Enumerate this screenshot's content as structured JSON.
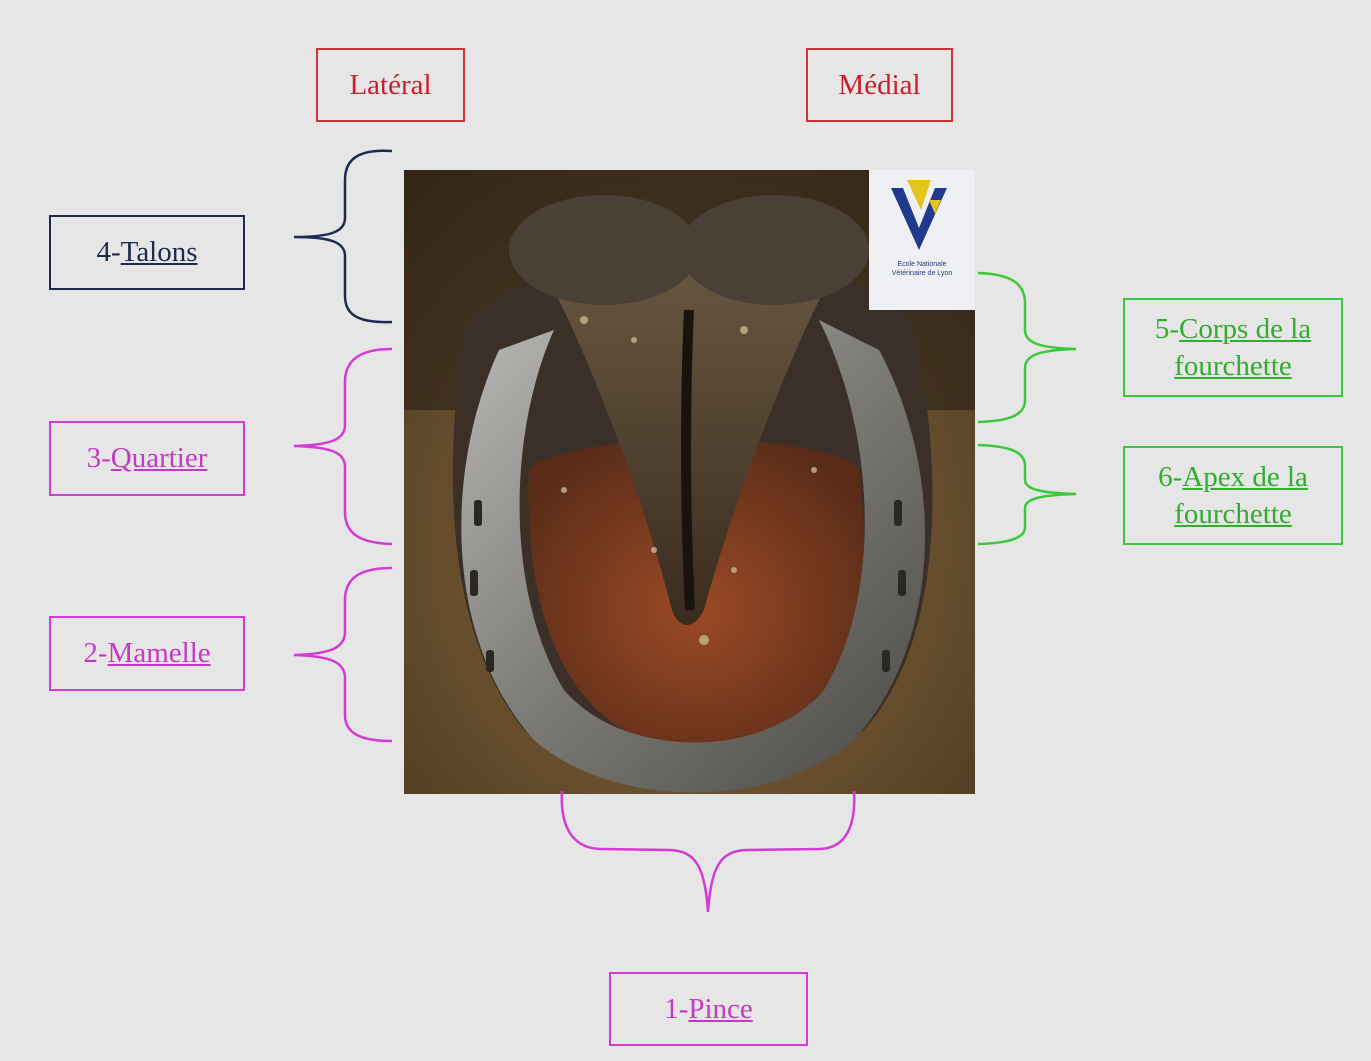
{
  "orientation": {
    "lateral": "Latéral",
    "medial": "Médial"
  },
  "labels": {
    "talons": {
      "num": "4-",
      "word": "Talons"
    },
    "quartier": {
      "num": "3-",
      "word": "Quartier"
    },
    "mamelle": {
      "num": "2-",
      "word": "Mamelle"
    },
    "corps": {
      "num": "5-",
      "word1": "Corps de la",
      "word2": "fourchette"
    },
    "apex": {
      "num": "6-",
      "word1": "Apex de la",
      "word2": "fourchette"
    },
    "pince": {
      "num": "1-",
      "word": "Pince"
    }
  },
  "logo": {
    "line1": "Ecole Nationale",
    "line2": "Vétérinaire de Lyon"
  },
  "colors": {
    "orientation": "#cc3333",
    "talons": "#1f2a52",
    "hoof_parts": "#d43ad4",
    "fourchette": "#3cc83c"
  }
}
